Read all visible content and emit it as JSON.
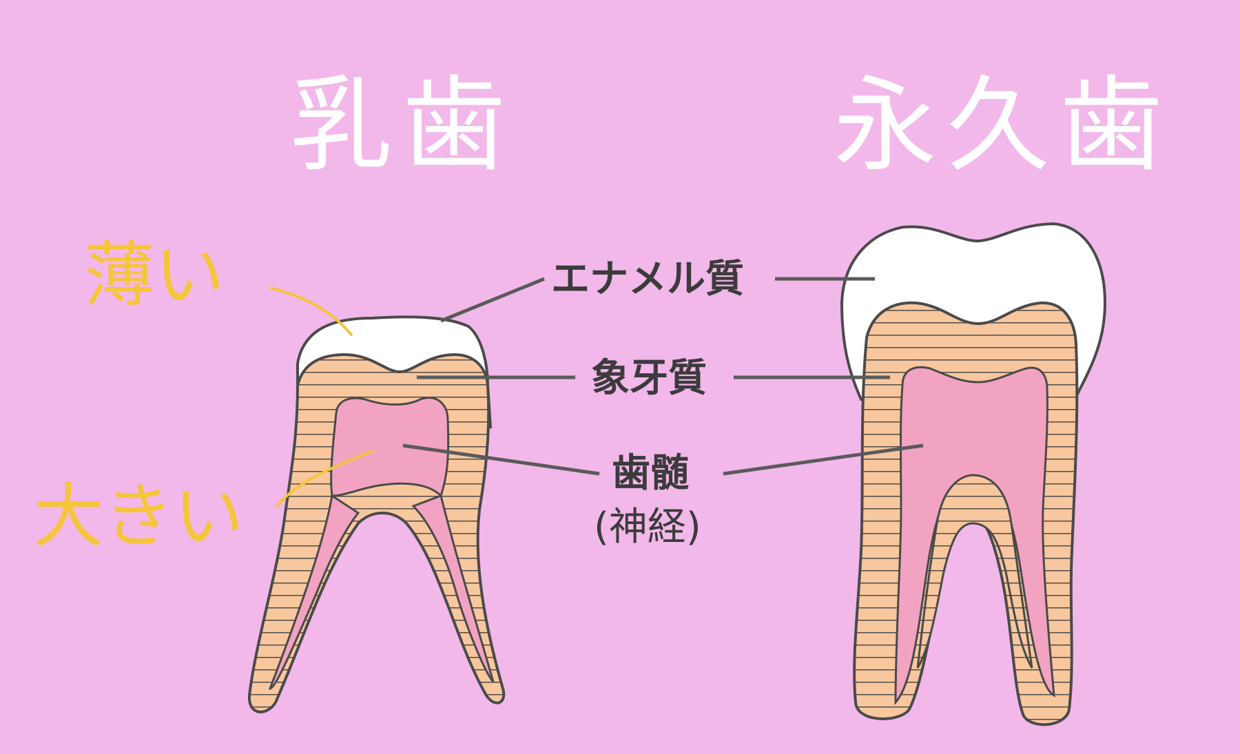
{
  "titles": {
    "baby_tooth": "乳歯",
    "permanent_tooth": "永久歯"
  },
  "labels": {
    "enamel": "エナメル質",
    "dentin": "象牙質",
    "pulp": "歯髄",
    "pulp_sub": "(神経)"
  },
  "annotations": {
    "thin": "薄い",
    "large": "大きい"
  },
  "colors": {
    "background": "#f2b8ea",
    "enamel": "#ffffff",
    "dentin": "#f8c79d",
    "pulp": "#f3a3c2",
    "outline": "#4a4a4a",
    "annotation": "#f5c53a",
    "title": "#ffffff"
  }
}
